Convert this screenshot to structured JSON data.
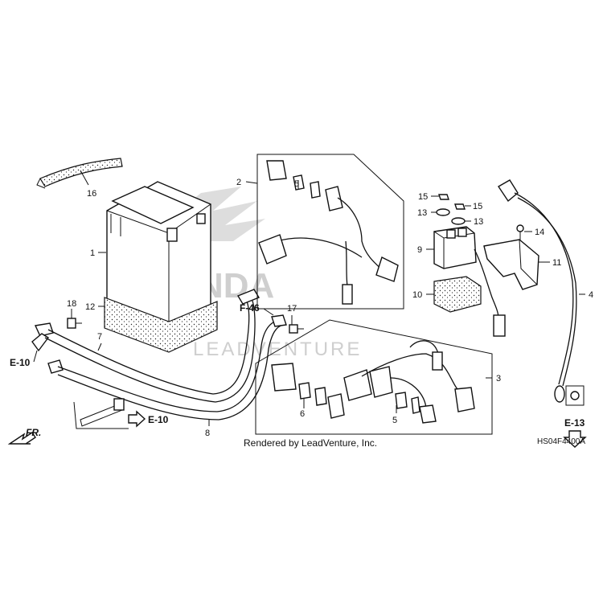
{
  "callouts": {
    "c1": "1",
    "c2": "2",
    "c3": "3",
    "c4": "4",
    "c5a": "5",
    "c5b": "5",
    "c6": "6",
    "c7": "7",
    "c8": "8",
    "c9": "9",
    "c10": "10",
    "c11": "11",
    "c12": "12",
    "c13a": "13",
    "c13b": "13",
    "c14": "14",
    "c15a": "15",
    "c15b": "15",
    "c16": "16",
    "c17": "17",
    "c18": "18"
  },
  "references": {
    "e10_left": "E-10",
    "e10_bottom": "E-10",
    "f46": "F-46",
    "e13": "E-13",
    "front": "FR."
  },
  "footer": {
    "rendered_by": "Rendered by LeadVenture, Inc.",
    "diagram_code": "HS04F4400A"
  },
  "watermark": {
    "brand": "HONDA",
    "company": "LEADVENTURE"
  },
  "colors": {
    "line": "#111111",
    "watermark": "#cfcfcf",
    "background": "#ffffff"
  }
}
